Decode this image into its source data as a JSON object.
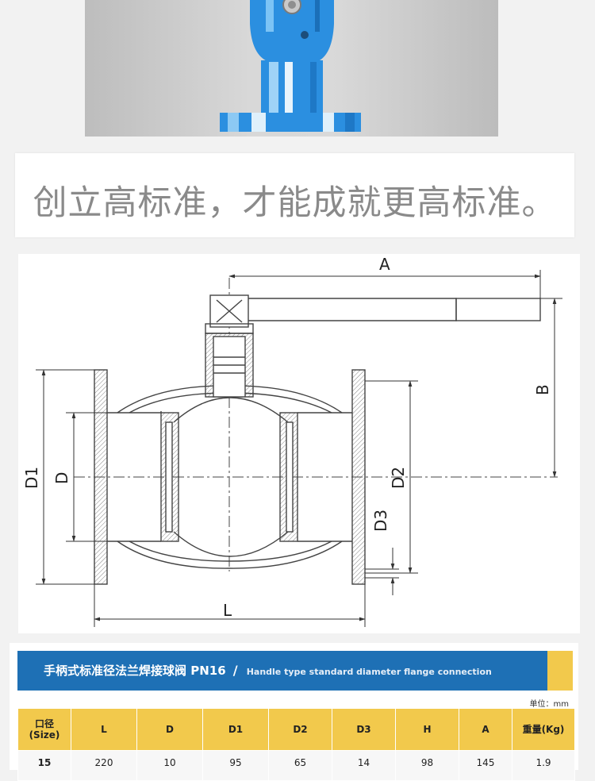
{
  "slogan": "创立高标准，才能成就更高标准。",
  "drawing": {
    "labels": {
      "A": "A",
      "B": "B",
      "D": "D",
      "D1": "D1",
      "D2": "D2",
      "D3": "D3",
      "L": "L"
    }
  },
  "table": {
    "title_cn": "手柄式标准径法兰焊接球阀 PN16",
    "separator": "/",
    "title_en": "Handle type standard diameter flange connection",
    "unit": "单位：mm",
    "headers": [
      {
        "line1": "口径",
        "line2": "(Size)"
      },
      {
        "line1": "L",
        "line2": ""
      },
      {
        "line1": "D",
        "line2": ""
      },
      {
        "line1": "D1",
        "line2": ""
      },
      {
        "line1": "D2",
        "line2": ""
      },
      {
        "line1": "D3",
        "line2": ""
      },
      {
        "line1": "H",
        "line2": ""
      },
      {
        "line1": "A",
        "line2": ""
      },
      {
        "line1": "重量(Kg)",
        "line2": ""
      }
    ],
    "rows": [
      [
        "15",
        "220",
        "10",
        "95",
        "65",
        "14",
        "98",
        "145",
        "1.9"
      ]
    ]
  },
  "colors": {
    "banner_blue": "#1e70b5",
    "accent_yellow": "#f2c94c",
    "valve_blue": "#2b8fe0"
  }
}
